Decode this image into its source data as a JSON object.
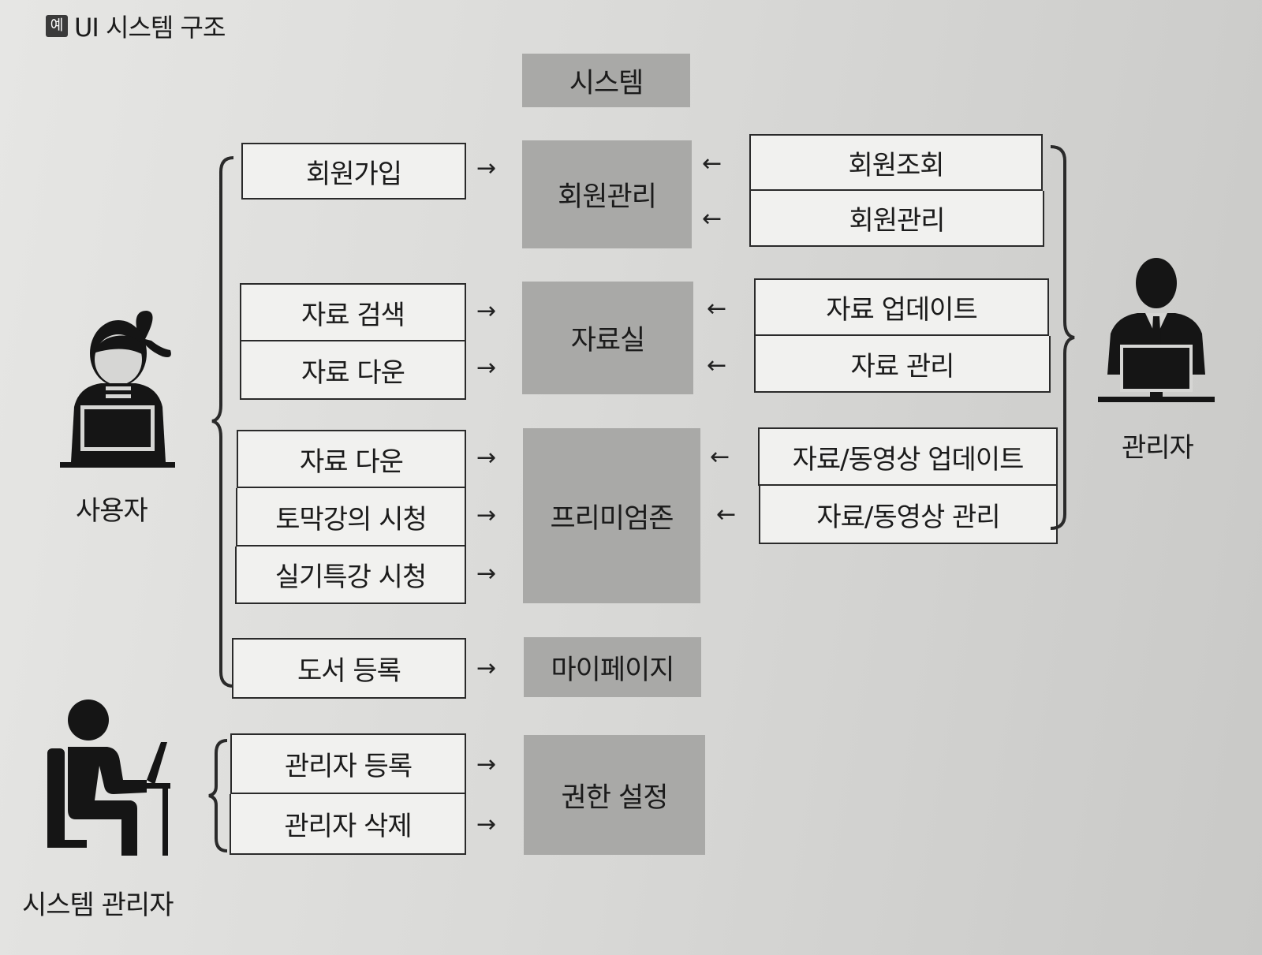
{
  "title": {
    "badge": "예",
    "text": "UI 시스템 구조"
  },
  "actors": {
    "user": "사용자",
    "admin": "관리자",
    "sysadmin": "시스템 관리자"
  },
  "arrow_right": "→",
  "arrow_left": "←",
  "system": {
    "root": "시스템",
    "member": "회원관리",
    "library": "자료실",
    "premium": "프리미엄존",
    "mypage": "마이페이지",
    "permission": "권한 설정"
  },
  "user_functions": {
    "signup": "회원가입",
    "search": "자료 검색",
    "download": "자료 다운",
    "premium_download": "자료 다운",
    "toeic_lecture": "토막강의 시청",
    "practical_lecture": "실기특강 시청",
    "book_register": "도서 등록"
  },
  "admin_functions": {
    "member_view": "회원조회",
    "member_manage": "회원관리",
    "data_update": "자료 업데이트",
    "data_manage": "자료 관리",
    "video_update": "자료/동영상 업데이트",
    "video_manage": "자료/동영상 관리"
  },
  "sysadmin_functions": {
    "admin_register": "관리자 등록",
    "admin_delete": "관리자 삭제"
  }
}
